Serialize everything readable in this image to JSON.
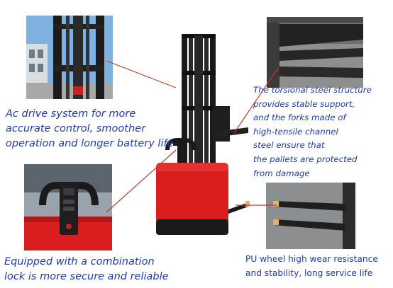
{
  "captions": {
    "ac_drive": [
      "Ac drive system for more",
      "accurate control, smoother",
      "operation and longer battery life"
    ],
    "torsional": [
      "The torsional steel structure",
      "provides stable support,",
      "and the forks made of",
      "high-tensile channel",
      "steel ensure that",
      "the pallets are protected",
      "from damage"
    ],
    "lock": [
      "Equipped with a combination",
      "lock is more secure and reliable"
    ],
    "pu_wheel": [
      "PU wheel high wear resistance",
      "and stability, long service life"
    ]
  },
  "colors": {
    "caption": "#1f3aa8",
    "leader_line": "#c0392b",
    "stacker_red": "#d81e1e",
    "mast_black": "#1a1a1a"
  }
}
